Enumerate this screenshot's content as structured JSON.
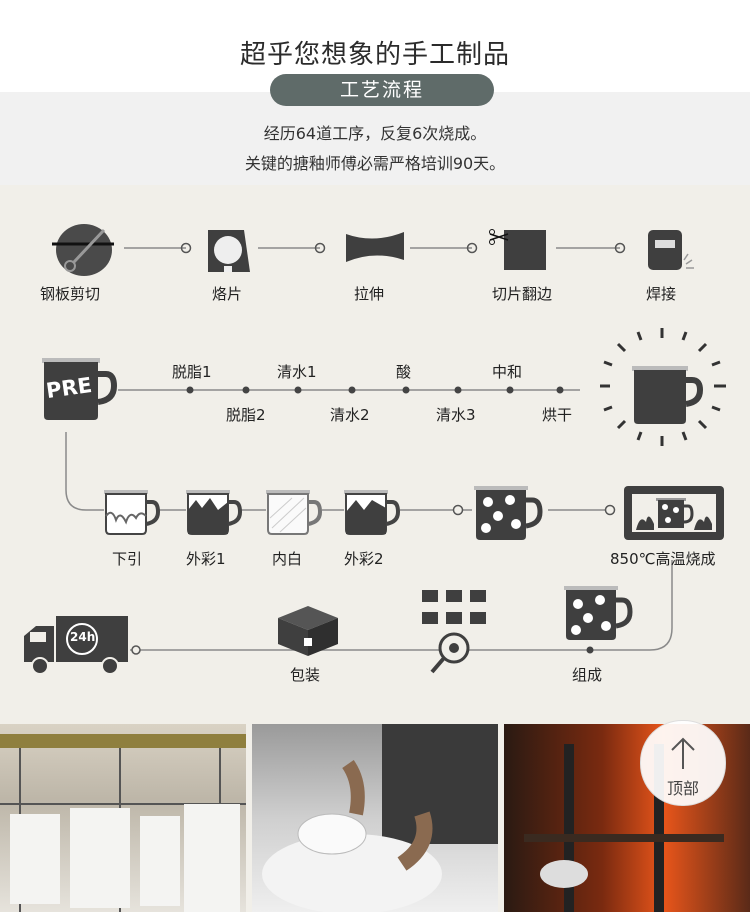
{
  "header": {
    "title": "超乎您想象的手工制品",
    "badge": "工艺流程",
    "line1": "经历64道工序，反复6次烧成。",
    "line2": "关键的搪釉师傅必需严格培训90天。"
  },
  "row1": [
    "钢板剪切",
    "烙片",
    "拉伸",
    "切片翻边",
    "焊接"
  ],
  "row2": {
    "pre_label": "PRE",
    "top": [
      "脱脂1",
      "清水1",
      "酸",
      "中和"
    ],
    "bottom": [
      "脱脂2",
      "清水2",
      "清水3",
      "烘干"
    ]
  },
  "row3": [
    "下引",
    "外彩1",
    "内白",
    "外彩2",
    "850℃高温烧成"
  ],
  "row4": {
    "truck_badge": "24h",
    "pack": "包装",
    "assemble": "组成"
  },
  "back_to_top": "顶部",
  "colors": {
    "dark": "#3f3f3f",
    "badge": "#5f6b69",
    "line": "#8a8a8a"
  }
}
